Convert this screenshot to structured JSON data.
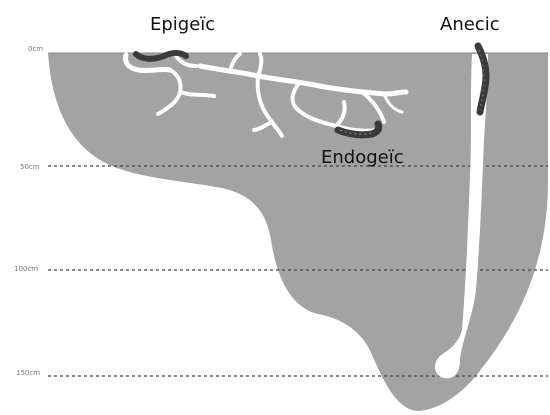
{
  "labels": {
    "epigeic": "Epigeïc",
    "anecic": "Anecic",
    "endogeic": "Endogeïc"
  },
  "depth_scale": {
    "d0": "0cm",
    "d50": "50cm",
    "d100": "100cm",
    "d150": "150cm"
  },
  "colors": {
    "soil": "#a3a3a3",
    "burrow": "#ffffff",
    "worm": "#3a3a3a",
    "guide_line": "#444444"
  }
}
